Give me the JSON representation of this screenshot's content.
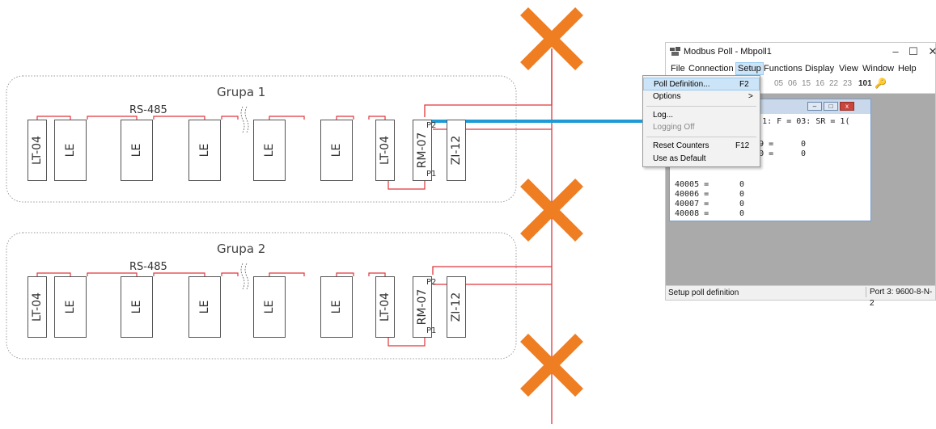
{
  "groups": [
    {
      "title": "Grupa 1",
      "bus_label": "RS-485",
      "devices": [
        "LT-04",
        "LE",
        "LE",
        "LE",
        "LE",
        "LE",
        "LT-04",
        "RM-07",
        "ZI-12"
      ],
      "port_top": "P2",
      "port_bottom": "P1"
    },
    {
      "title": "Grupa 2",
      "bus_label": "RS-485",
      "devices": [
        "LT-04",
        "LE",
        "LE",
        "LE",
        "LE",
        "LE",
        "LT-04",
        "RM-07",
        "ZI-12"
      ],
      "port_top": "P2",
      "port_bottom": "P1"
    }
  ],
  "colors": {
    "bus": "#e0353b",
    "link": "#1e9ad6",
    "cross": "#ef7d22",
    "frame": "#9a9a9a"
  },
  "modbus": {
    "title": "Modbus Poll - Mbpoll1",
    "window_buttons": [
      "–",
      "☐",
      "✕"
    ],
    "menu": [
      "File",
      "Connection",
      "Setup",
      "Functions",
      "Display",
      "View",
      "Window",
      "Help"
    ],
    "toolbar": [
      "05",
      "06",
      "15",
      "16",
      "22",
      "23",
      "101"
    ],
    "child_header": "ID = 1: F = 03: SR = 1(",
    "rows_right": [
      {
        "addr": "40009 =",
        "val": "0"
      },
      {
        "addr": "40010 =",
        "val": "0"
      }
    ],
    "rows_left": [
      {
        "addr": "40005 =",
        "val": "0"
      },
      {
        "addr": "40006 =",
        "val": "0"
      },
      {
        "addr": "40007 =",
        "val": "0"
      },
      {
        "addr": "40008 =",
        "val": "0"
      }
    ],
    "status_left": "Setup poll definition",
    "status_right": "Port 3: 9600-8-N-2"
  },
  "setup_menu": {
    "items": [
      {
        "label": "Poll Definition...",
        "key": "F2",
        "highlight": true
      },
      {
        "label": "Options",
        "key": ">"
      },
      {
        "label": "Log..."
      },
      {
        "label": "Logging Off",
        "disabled": true
      },
      {
        "label": "Reset Counters",
        "key": "F12"
      },
      {
        "label": "Use as Default"
      }
    ]
  }
}
